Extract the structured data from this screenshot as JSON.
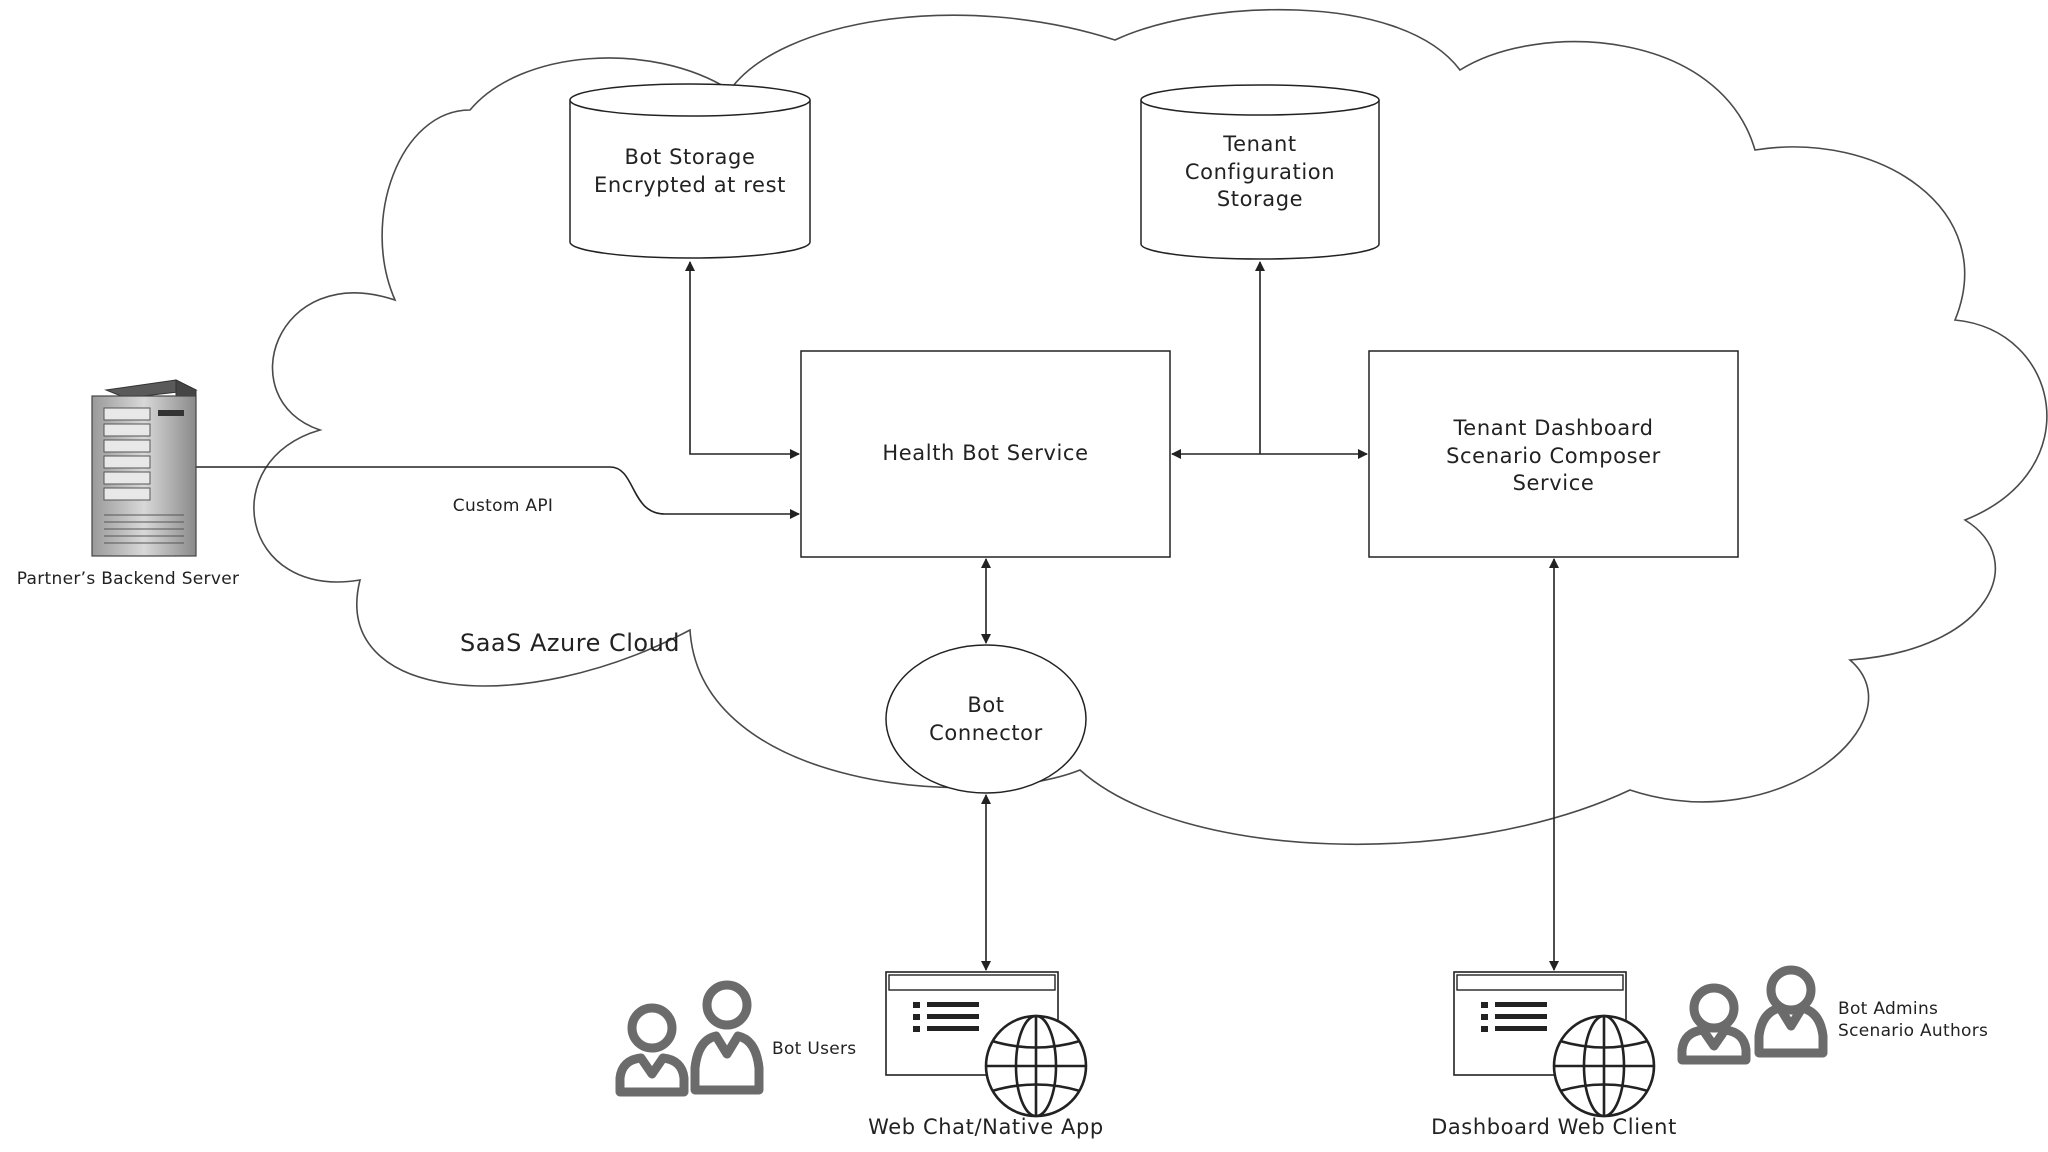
{
  "colors": {
    "line": "#222222",
    "cloud_stroke": "#4a4a4a",
    "icon_gray": "#6b6b6b",
    "server_dark": "#4a4a4a",
    "background": "#ffffff"
  },
  "cloud": {
    "label": "SaaS Azure Cloud"
  },
  "bot_storage": {
    "lines": [
      "Bot Storage",
      "Encrypted at rest"
    ]
  },
  "tenant_storage": {
    "lines": [
      "Tenant",
      "Configuration",
      "Storage"
    ]
  },
  "health_bot_service": {
    "lines": [
      "Health Bot Service"
    ]
  },
  "tenant_dashboard_service": {
    "lines": [
      "Tenant Dashboard",
      "Scenario Composer",
      "Service"
    ]
  },
  "bot_connector": {
    "lines": [
      "Bot",
      "Connector"
    ]
  },
  "partner_server": {
    "label": "Partner’s Backend Server",
    "icon": "server-icon"
  },
  "custom_api": {
    "label": "Custom API"
  },
  "web_chat": {
    "label": "Web Chat/Native App",
    "icon": "web-app-icon"
  },
  "dashboard_client": {
    "label": "Dashboard Web Client",
    "icon": "web-app-icon"
  },
  "bot_users": {
    "label": "Bot Users",
    "icon": "users-icon"
  },
  "bot_admins": {
    "lines": [
      "Bot Admins",
      "Scenario Authors"
    ],
    "icon": "users-icon"
  }
}
